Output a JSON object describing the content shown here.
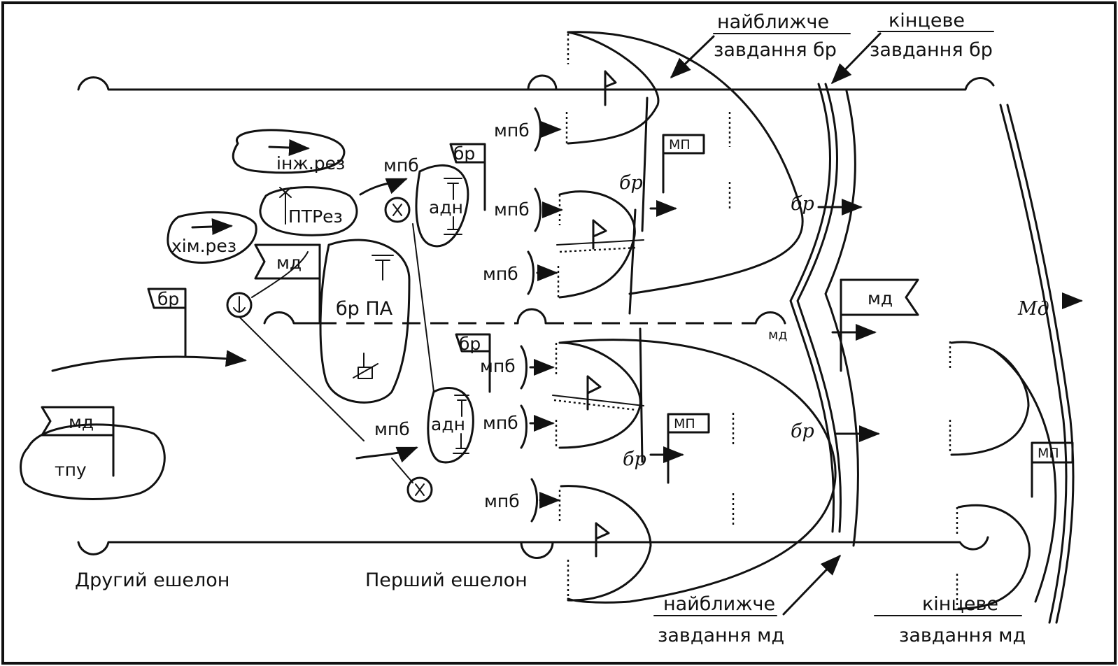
{
  "labels": {
    "nearest_task_br": [
      "найближче",
      "завдання бр"
    ],
    "final_task_br": [
      "кінцеве",
      "завдання бр"
    ],
    "nearest_task_md": [
      "найближче",
      "завдання мд"
    ],
    "final_task_md": [
      "кінцеве",
      "завдання мд"
    ],
    "second_echelon": "Другий ешелон",
    "first_echelon": "Перший ешелон",
    "eng_reserve": "інж.рез",
    "at_reserve": "ПТРез",
    "chem_reserve": "хім.рез",
    "mpb": "мпб",
    "md": "мд",
    "br": "бр",
    "br_pa": "бр ПА",
    "adn": "адн",
    "mp": "МП",
    "tpu": "тпу",
    "md_italic": "Мд"
  },
  "colors": {
    "ink": "#111111",
    "paper": "#ffffff"
  },
  "icons": [
    "flag-icon",
    "artillery-icon",
    "tank-icon",
    "anchor-icon",
    "arrow-icon"
  ]
}
